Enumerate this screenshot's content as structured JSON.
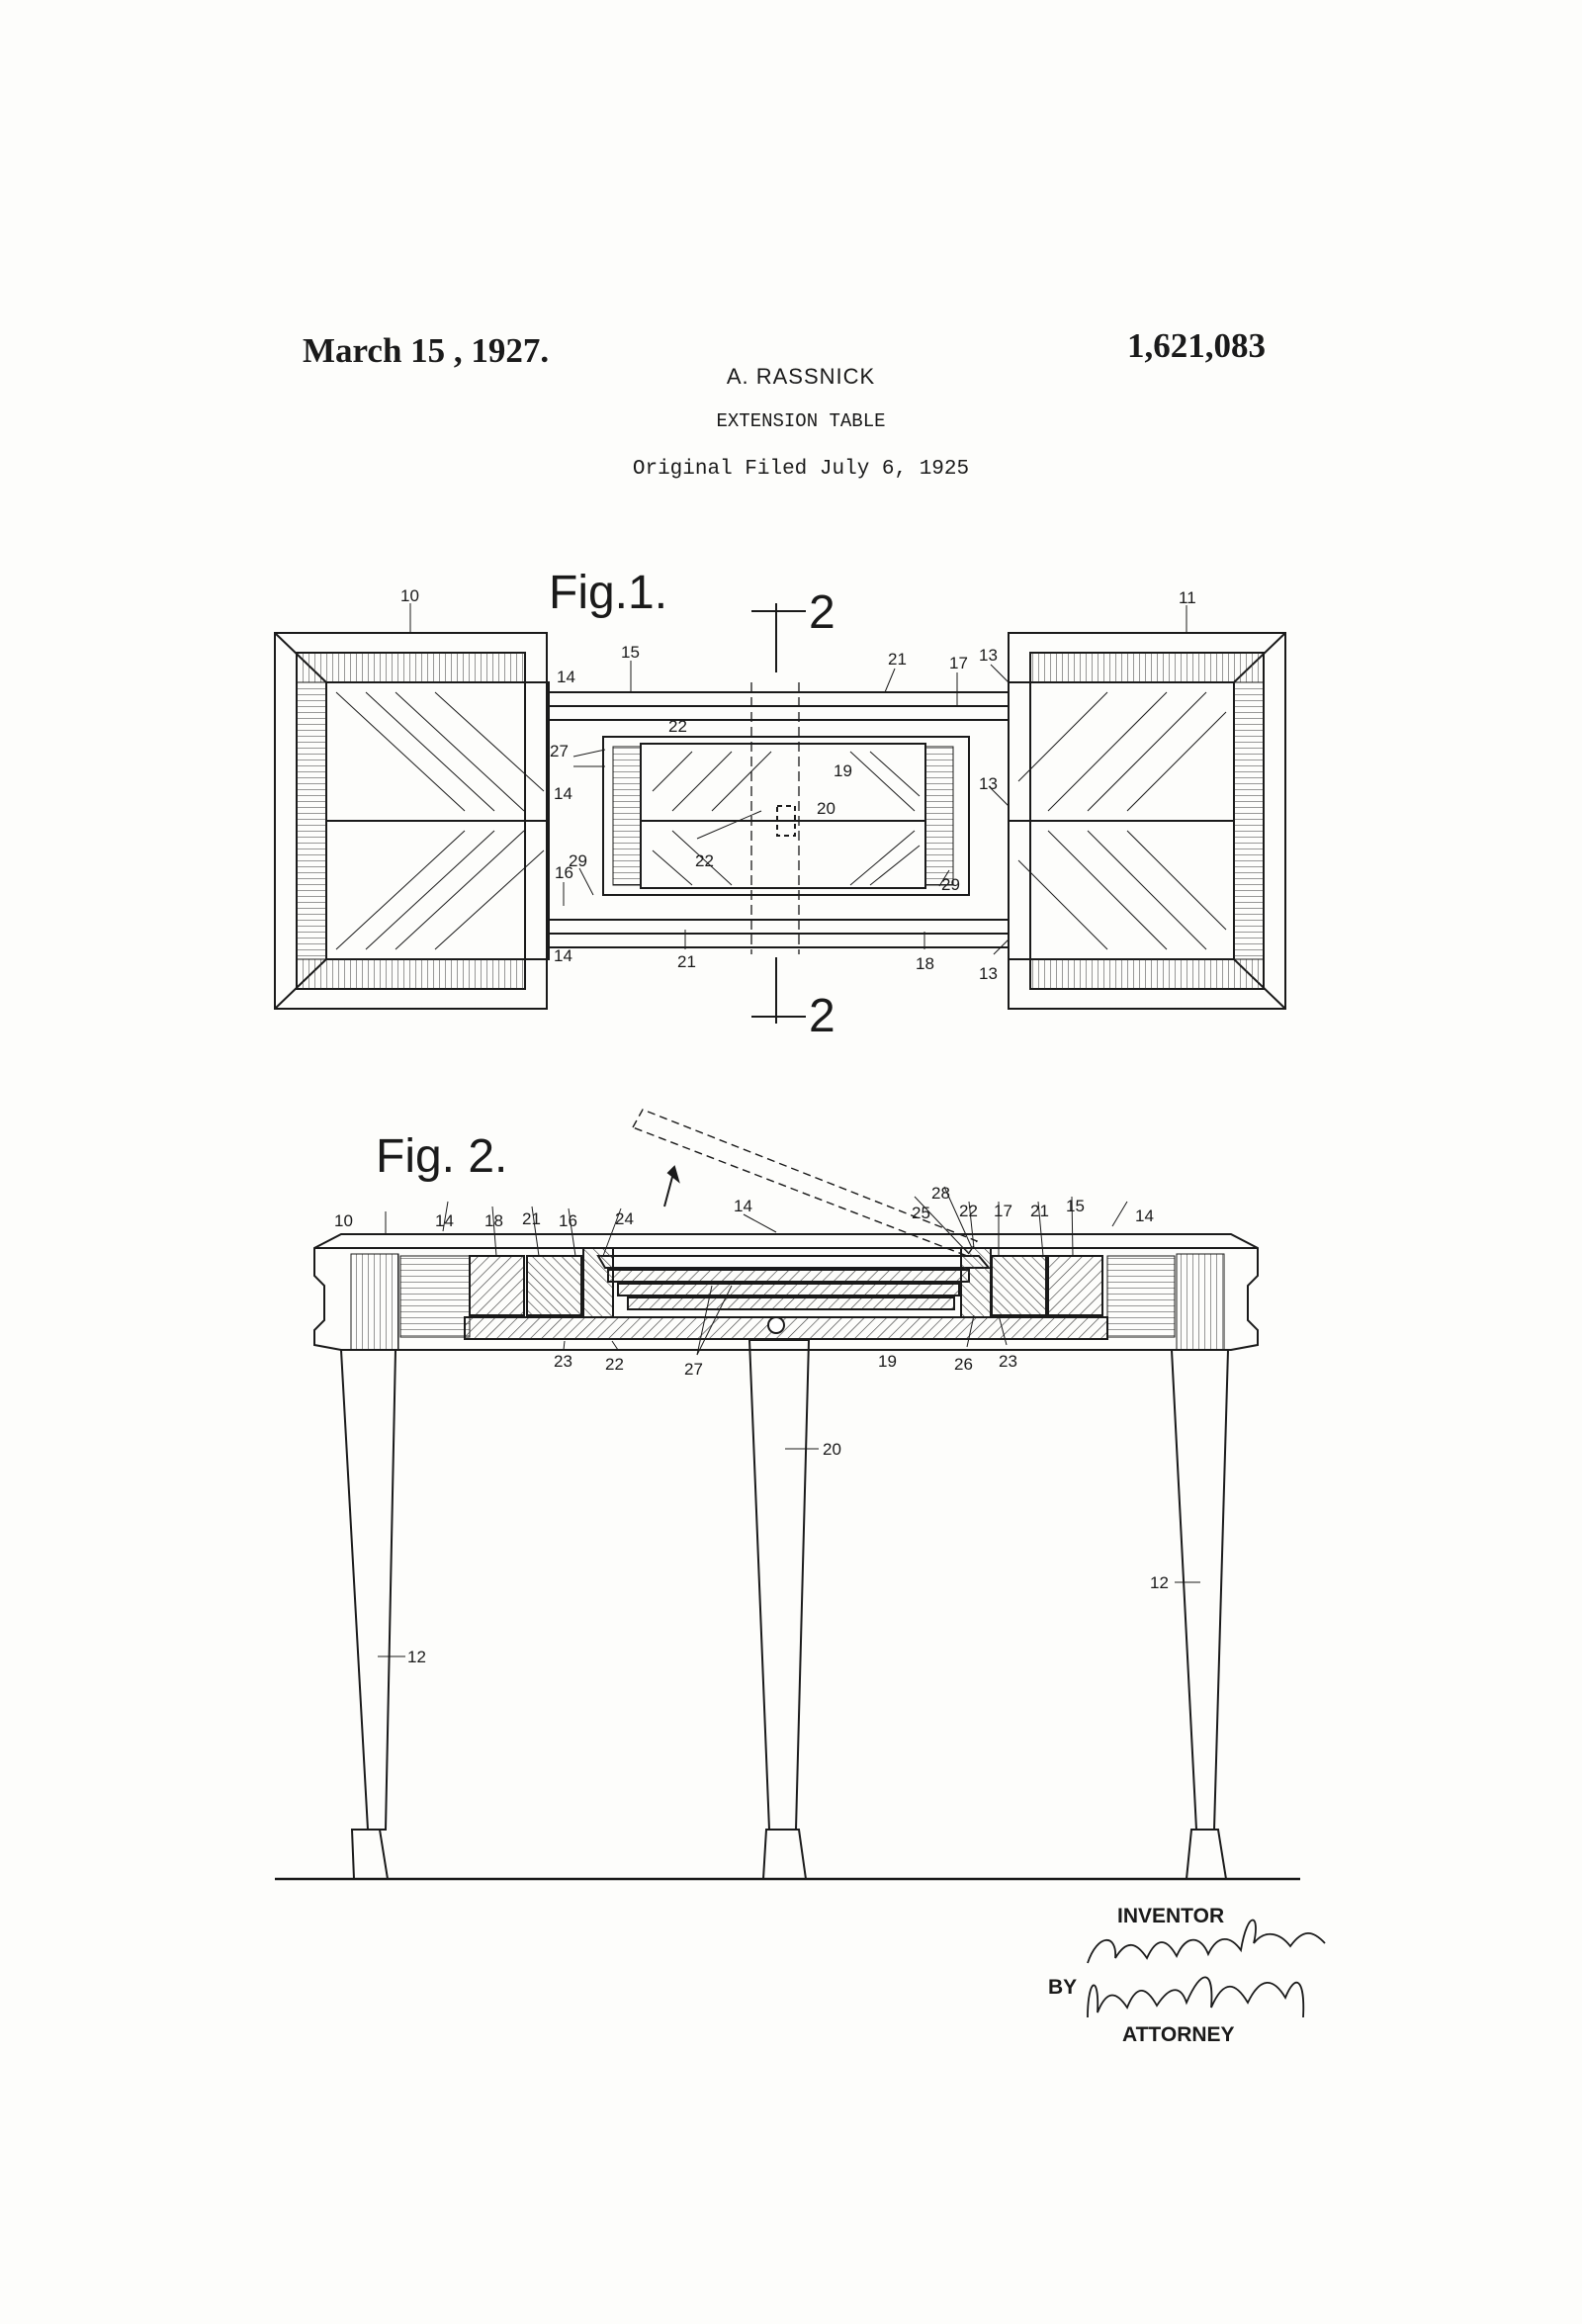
{
  "header": {
    "date": "March  15 , 1927.",
    "patent_number": "1,621,083",
    "inventor_name": "A. RASSNICK",
    "title": "EXTENSION TABLE",
    "filed": "Original  Filed  July 6,  1925"
  },
  "figures": {
    "fig1_label": "Fig.1.",
    "fig2_label": "Fig. 2.",
    "section_marker": "2"
  },
  "fig1_callouts": [
    "10",
    "11",
    "14",
    "15",
    "21",
    "17",
    "13",
    "27",
    "22",
    "19",
    "20",
    "13",
    "14",
    "29",
    "16",
    "22",
    "29",
    "14",
    "21",
    "18",
    "13"
  ],
  "fig2_callouts": [
    "10",
    "14",
    "18",
    "21",
    "16",
    "24",
    "14",
    "25",
    "28",
    "22",
    "17",
    "21",
    "15",
    "14",
    "23",
    "22",
    "27",
    "19",
    "26",
    "23",
    "20",
    "12",
    "12"
  ],
  "signature": {
    "inventor_label": "INVENTOR",
    "by_label": "BY",
    "attorney_label": "ATTORNEY"
  }
}
